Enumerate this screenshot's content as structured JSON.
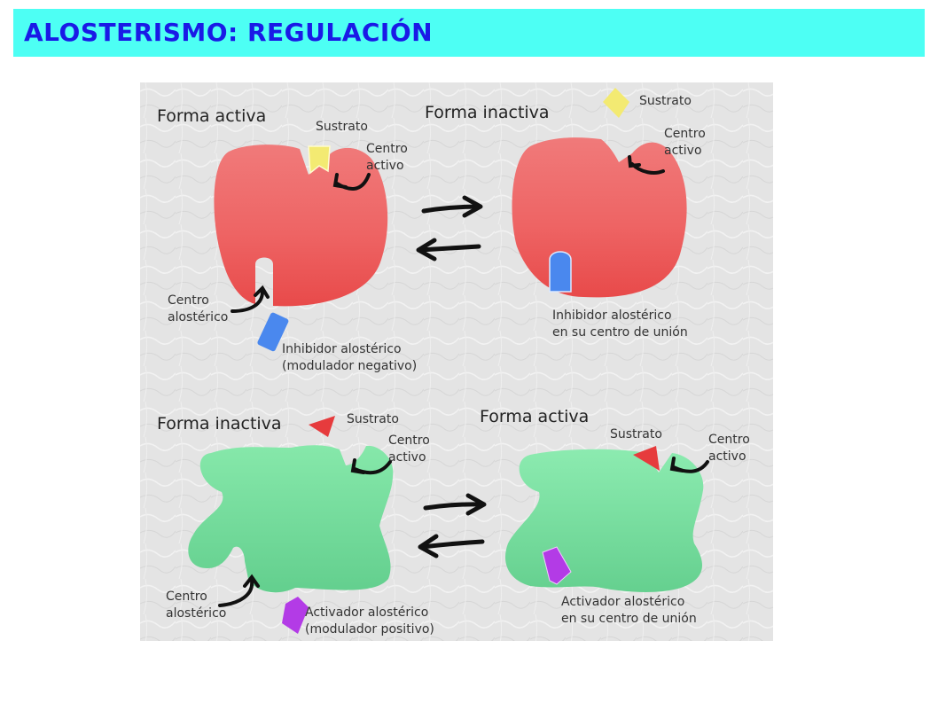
{
  "title": "ALOSTERISMO: REGULACIÓN",
  "colors": {
    "title_bg": "#4dfff4",
    "title_text": "#1a1ae6",
    "enzyme_red": "#f07070",
    "enzyme_green": "#6fd79a",
    "inhibitor_blue": "#4a8af0",
    "activator_purple": "#b03ae6",
    "substrate_yellow": "#f5ec6a",
    "substrate_red": "#e8393c"
  },
  "top_left": {
    "heading": "Forma activa",
    "substrate": "Sustrato",
    "active_site": [
      "Centro",
      "activo"
    ],
    "allosteric_site": [
      "Centro",
      "alostérico"
    ],
    "modulator": [
      "Inhibidor alostérico",
      "(modulador negativo)"
    ]
  },
  "top_right": {
    "heading": "Forma inactiva",
    "substrate": "Sustrato",
    "active_site": [
      "Centro",
      "activo"
    ],
    "bound": [
      "Inhibidor alostérico",
      "en su centro de unión"
    ]
  },
  "bottom_left": {
    "heading": "Forma inactiva",
    "substrate": "Sustrato",
    "active_site": [
      "Centro",
      "activo"
    ],
    "allosteric_site": [
      "Centro",
      "alostérico"
    ],
    "modulator": [
      "Activador alostérico",
      "(modulador positivo)"
    ]
  },
  "bottom_right": {
    "heading": "Forma activa",
    "substrate": "Sustrato",
    "active_site": [
      "Centro",
      "activo"
    ],
    "bound": [
      "Activador alostérico",
      "en su centro de unión"
    ]
  }
}
